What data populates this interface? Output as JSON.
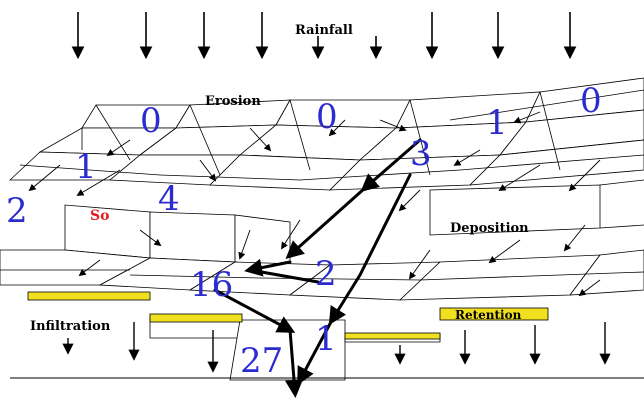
{
  "labels": {
    "rainfall": "Rainfall",
    "erosion": "Erosion",
    "deposition": "Deposition",
    "infiltration": "Infiltration",
    "retention": "Retention",
    "so": "So"
  },
  "cell_values": [
    "0",
    "0",
    "1",
    "0",
    "3",
    "1",
    "4",
    "2",
    "2",
    "16",
    "1",
    "27"
  ],
  "colors": {
    "number": "#2b2bd0",
    "so": "#e02020",
    "retention_bar": "#f0e020",
    "line": "#000000"
  }
}
